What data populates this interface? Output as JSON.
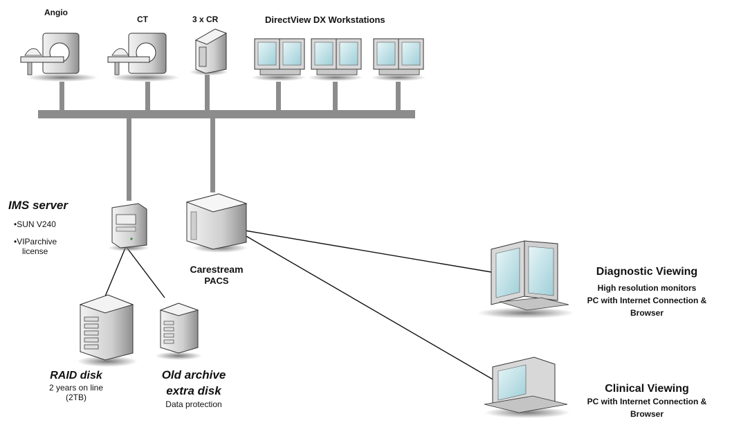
{
  "devices": {
    "angio": "Angio",
    "ct": "CT",
    "cr": "3 x CR",
    "workstations": "DirectView DX Workstations"
  },
  "ims_server": {
    "title": "IMS server",
    "bullet1": "•SUN V240",
    "bullet2": "•VIParchive",
    "bullet2_cont": "license"
  },
  "carestream": {
    "line1": "Carestream",
    "line2": "PACS"
  },
  "raid": {
    "title": "RAID disk",
    "line1": "2 years on line",
    "line2": "(2TB)"
  },
  "old_archive": {
    "title1": "Old archive",
    "title2": "extra disk",
    "line1": "Data protection"
  },
  "diagnostic": {
    "title": "Diagnostic Viewing",
    "line1": "High resolution monitors",
    "line2": "PC with Internet Connection &",
    "line3": "Browser"
  },
  "clinical": {
    "title": "Clinical Viewing",
    "line1": "PC with Internet Connection &",
    "line2": "Browser"
  },
  "colors": {
    "network_bar": "#8c8c8c",
    "device_body": "#d6d6d6",
    "device_shade": "#9a9a9a",
    "screen": "#bfe0e6",
    "link_line": "#111111"
  }
}
